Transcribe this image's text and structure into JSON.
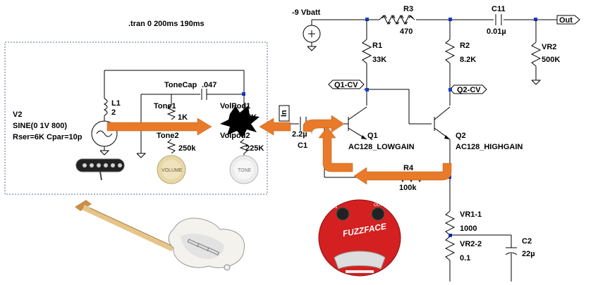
{
  "directive": ".tran 0 200ms 190ms",
  "supply": {
    "name": "-9 Vbatt"
  },
  "output_label": "Out",
  "input_label": "In",
  "components": {
    "R3": {
      "name": "R3",
      "value": "470"
    },
    "C11": {
      "name": "C11",
      "value": "0.01µ"
    },
    "R1": {
      "name": "R1",
      "value": "33K"
    },
    "R2": {
      "name": "R2",
      "value": "8.2K"
    },
    "VR2": {
      "name": "VR2",
      "value": "500K"
    },
    "L1": {
      "name": "L1",
      "value": "2"
    },
    "V2": {
      "name": "V2",
      "value": "SINE(0 1V 800)",
      "params": "Rser=6K Cpar=10p"
    },
    "ToneCap": {
      "name": "ToneCap",
      "value": ".047"
    },
    "Tone1": {
      "name": "Tone1",
      "value": "1K"
    },
    "Tone2": {
      "name": "Tone2",
      "value": "250k"
    },
    "VolPod1": {
      "name": "VolPod1",
      "value": "25K"
    },
    "Volpod2": {
      "name": "Volpod2",
      "value": "225K"
    },
    "C1": {
      "name": "C1",
      "value": "2.2µ"
    },
    "Q1": {
      "name": "Q1",
      "value": "AC128_LOWGAIN"
    },
    "Q2": {
      "name": "Q2",
      "value": "AC128_HIGHGAIN"
    },
    "R4": {
      "name": "R4",
      "value": "100k"
    },
    "VR1-1": {
      "name": "VR1-1",
      "value": "1000"
    },
    "VR1-2": {
      "name": "VR2-2",
      "value": "0.1"
    },
    "C2": {
      "name": "C2",
      "value": "22µ"
    }
  },
  "net_labels": {
    "q1cv": "Q1-CV",
    "q2cv": "Q2-CV"
  },
  "knobs": {
    "volume": "VOLUME",
    "tone": "TONE"
  },
  "pedal": {
    "brand": "FUZZFACE",
    "in_label": "IN",
    "out_label": "OUT"
  },
  "colors": {
    "arrow": "#e87a2a",
    "node": "#1a3cc8",
    "pedal": "#d42020",
    "knob_volume": "#e8d8a8",
    "knob_tone": "#ececec"
  }
}
